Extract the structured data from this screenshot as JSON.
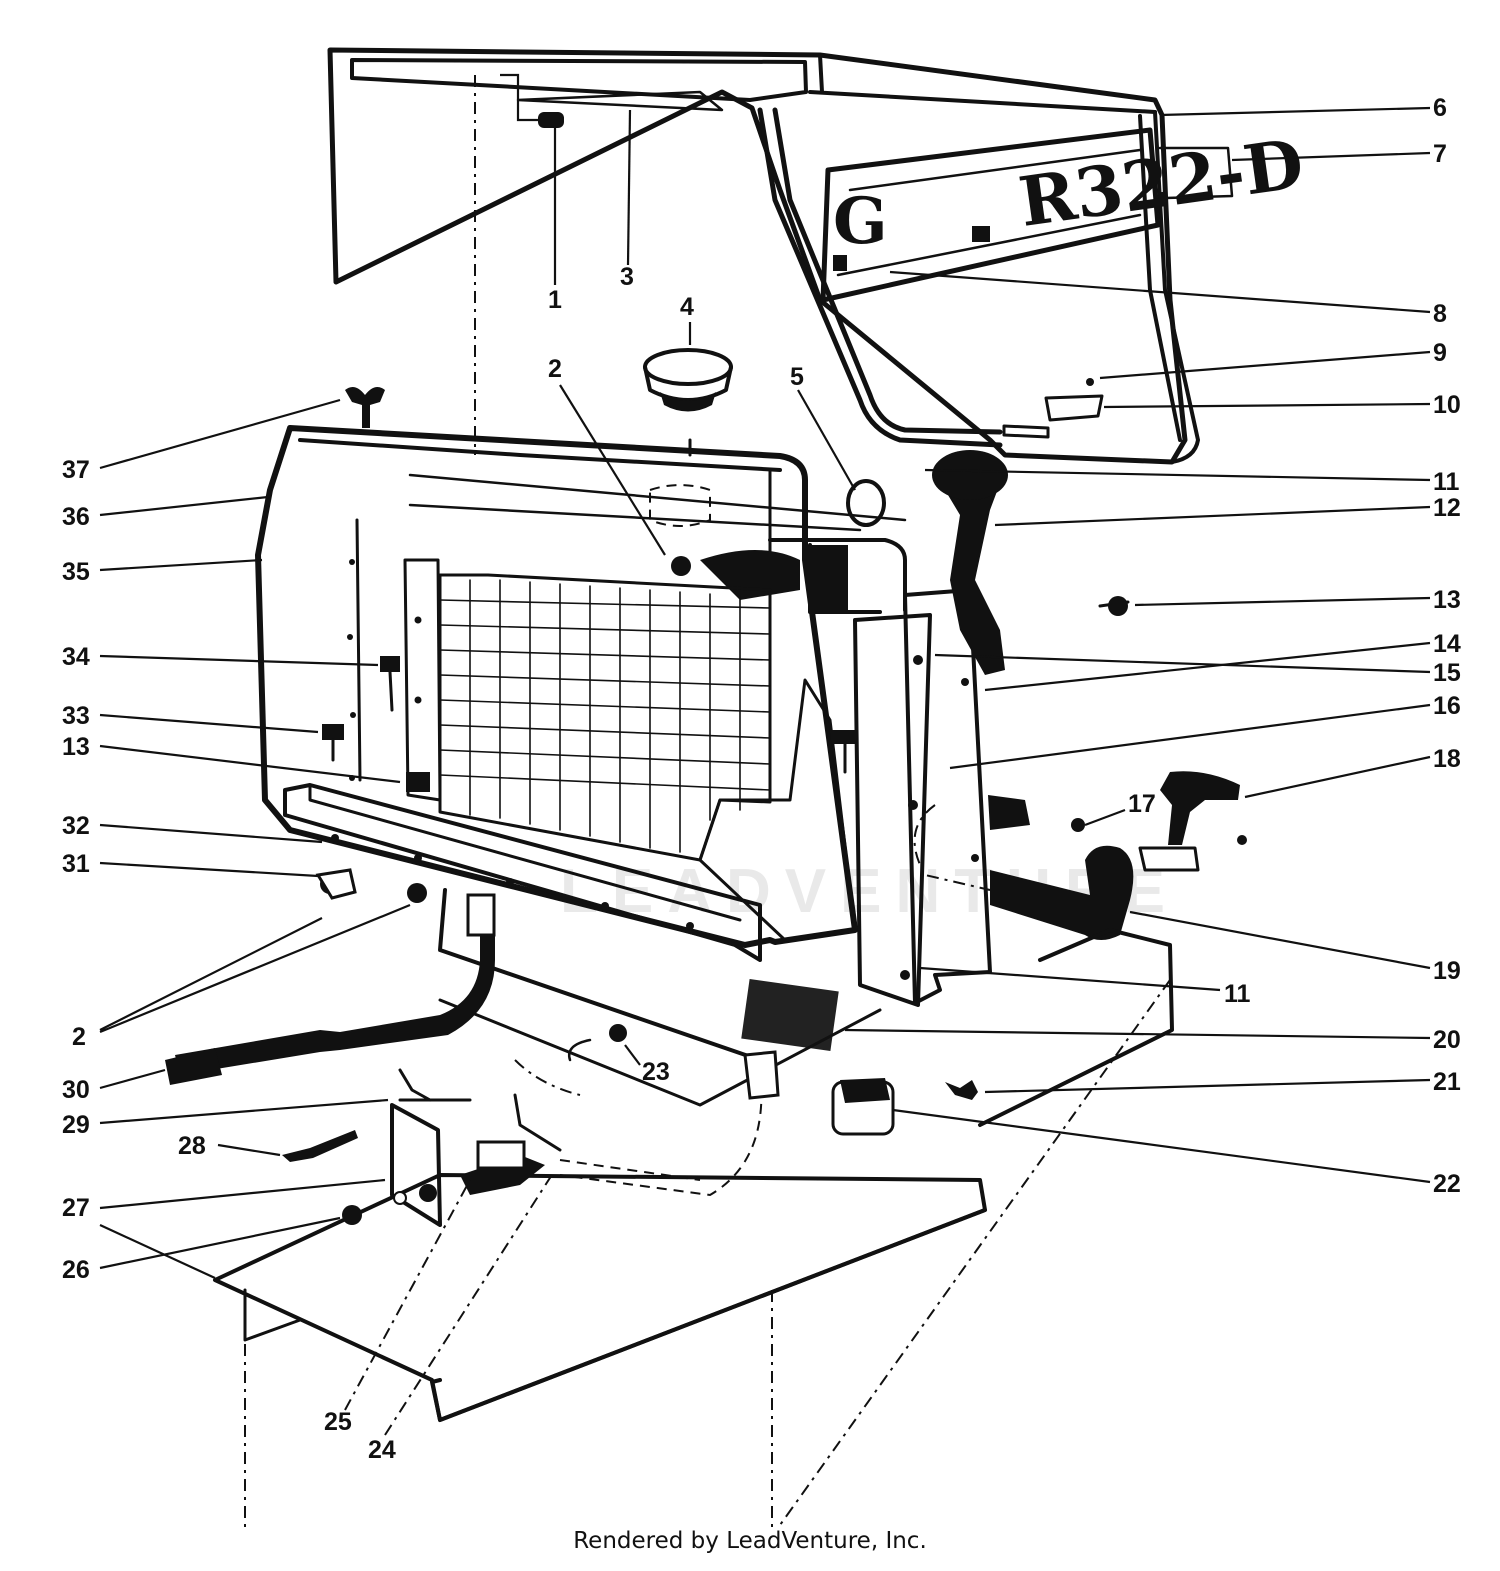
{
  "diagram": {
    "decal_letter": "G",
    "decal_model": "R322-D",
    "watermark": "LEADVENTURE",
    "part_callouts": [
      {
        "id": "c1",
        "label": "1"
      },
      {
        "id": "c3",
        "label": "3"
      },
      {
        "id": "c4",
        "label": "4"
      },
      {
        "id": "c2a",
        "label": "2"
      },
      {
        "id": "c5",
        "label": "5"
      },
      {
        "id": "c6",
        "label": "6"
      },
      {
        "id": "c7",
        "label": "7"
      },
      {
        "id": "c8",
        "label": "8"
      },
      {
        "id": "c9",
        "label": "9"
      },
      {
        "id": "c10",
        "label": "10"
      },
      {
        "id": "c11a",
        "label": "11"
      },
      {
        "id": "c12",
        "label": "12"
      },
      {
        "id": "c13a",
        "label": "13"
      },
      {
        "id": "c14",
        "label": "14"
      },
      {
        "id": "c15",
        "label": "15"
      },
      {
        "id": "c16",
        "label": "16"
      },
      {
        "id": "c18",
        "label": "18"
      },
      {
        "id": "c17",
        "label": "17"
      },
      {
        "id": "c19",
        "label": "19"
      },
      {
        "id": "c11b",
        "label": "11"
      },
      {
        "id": "c20",
        "label": "20"
      },
      {
        "id": "c21",
        "label": "21"
      },
      {
        "id": "c22",
        "label": "22"
      },
      {
        "id": "c37",
        "label": "37"
      },
      {
        "id": "c36",
        "label": "36"
      },
      {
        "id": "c35",
        "label": "35"
      },
      {
        "id": "c34",
        "label": "34"
      },
      {
        "id": "c33",
        "label": "33"
      },
      {
        "id": "c13b",
        "label": "13"
      },
      {
        "id": "c32",
        "label": "32"
      },
      {
        "id": "c31",
        "label": "31"
      },
      {
        "id": "c2b",
        "label": "2"
      },
      {
        "id": "c30",
        "label": "30"
      },
      {
        "id": "c23",
        "label": "23"
      },
      {
        "id": "c29",
        "label": "29"
      },
      {
        "id": "c28",
        "label": "28"
      },
      {
        "id": "c27",
        "label": "27"
      },
      {
        "id": "c26",
        "label": "26"
      },
      {
        "id": "c25",
        "label": "25"
      },
      {
        "id": "c24",
        "label": "24"
      }
    ]
  },
  "footer": {
    "text": "Rendered by LeadVenture, Inc."
  }
}
